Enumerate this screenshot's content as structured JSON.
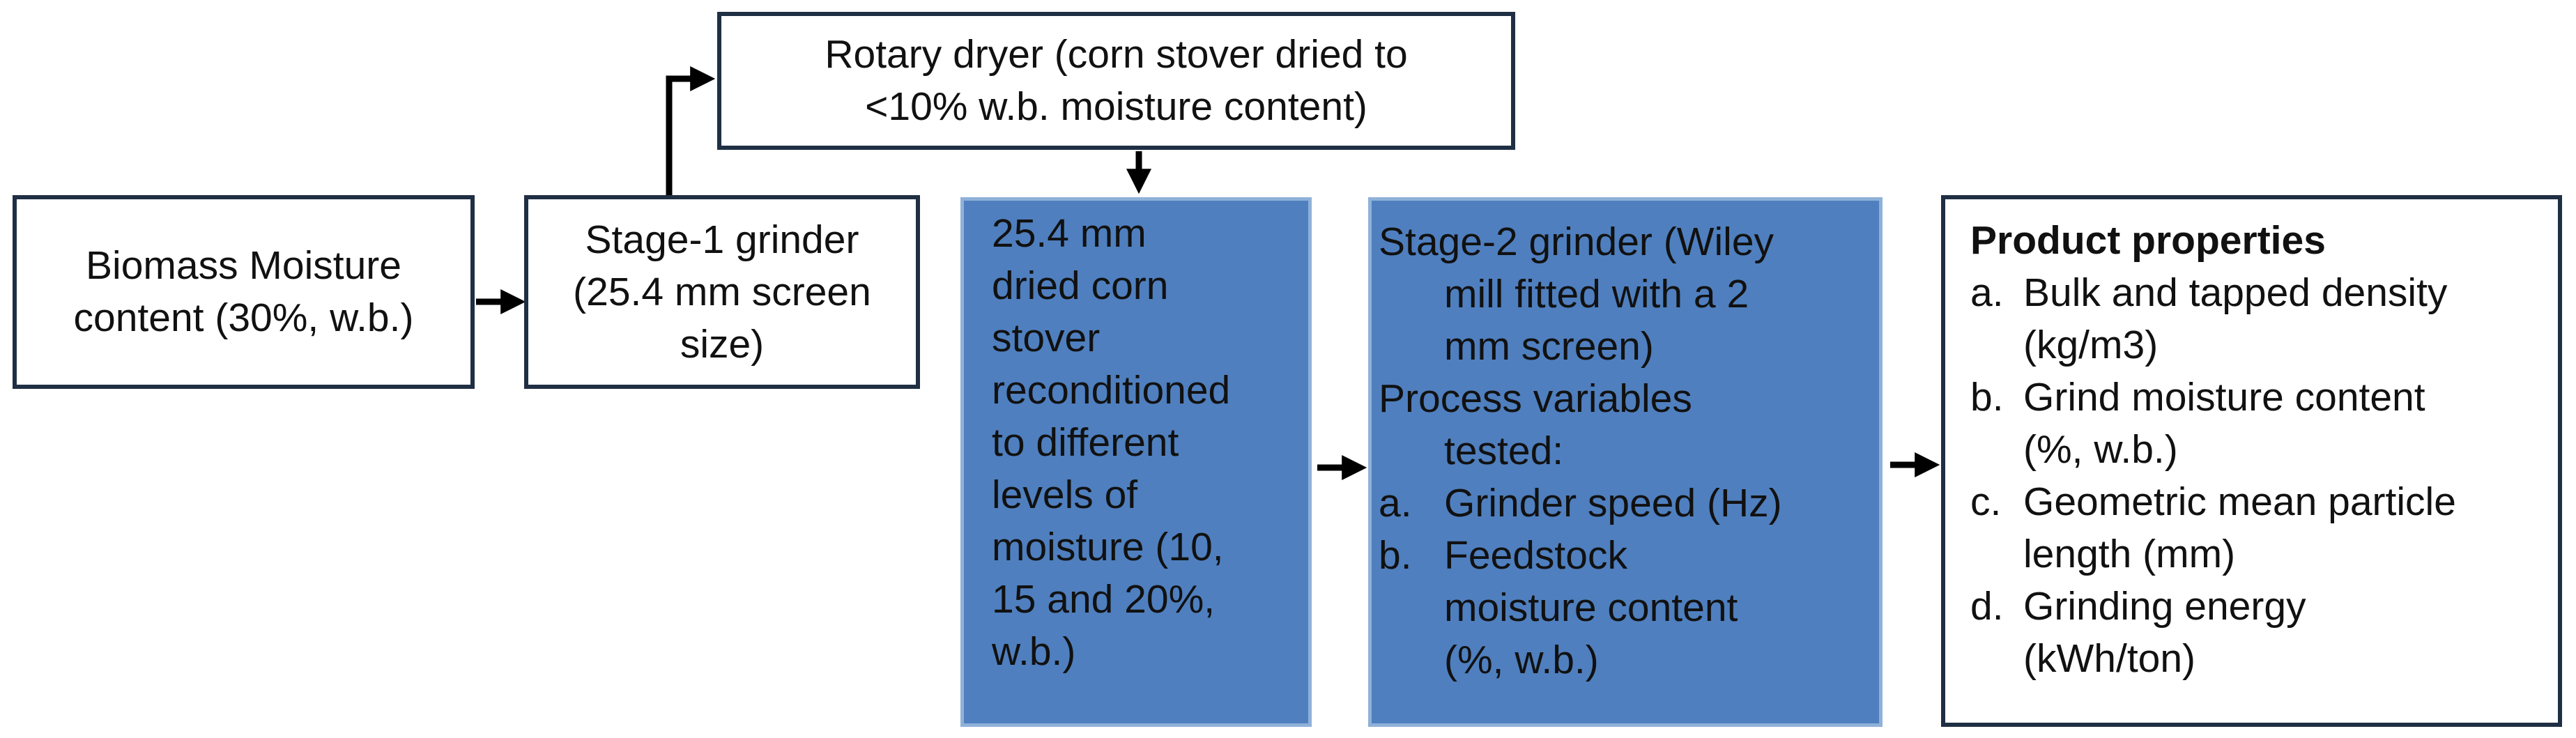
{
  "boxes": {
    "biomass": {
      "lines": [
        "Biomass Moisture",
        "content (30%, w.b.)"
      ]
    },
    "stage1": {
      "lines": [
        "Stage-1 grinder",
        "(25.4 mm screen",
        "size)"
      ]
    },
    "dryer": {
      "lines": [
        "Rotary dryer (corn stover dried to",
        "<10% w.b. moisture content)"
      ]
    },
    "recondition": {
      "lines": [
        "25.4 mm",
        "dried corn",
        "stover",
        "reconditioned",
        "to different",
        "levels of",
        "moisture (10,",
        "15 and 20%,",
        "w.b.)"
      ]
    },
    "stage2": {
      "title_lines": [
        "Stage-2 grinder (Wiley",
        "mill fitted with a 2",
        "mm screen)"
      ],
      "pv_lines": [
        "Process variables",
        "tested:"
      ],
      "items": [
        {
          "marker": "a.",
          "lines": [
            "Grinder speed (Hz)"
          ]
        },
        {
          "marker": "b.",
          "lines": [
            "Feedstock",
            "moisture content",
            "(%, w.b.)"
          ]
        }
      ]
    },
    "product": {
      "heading": "Product properties",
      "items": [
        {
          "marker": "a.",
          "lines": [
            "Bulk and tapped density",
            "(kg/m3)"
          ]
        },
        {
          "marker": "b.",
          "lines": [
            "Grind moisture content",
            "(%, w.b.)"
          ]
        },
        {
          "marker": "c.",
          "lines": [
            "Geometric mean particle",
            "length (mm)"
          ]
        },
        {
          "marker": "d.",
          "lines": [
            "Grinding energy",
            "(kWh/ton)"
          ]
        }
      ]
    }
  },
  "colors": {
    "box_border": "#1f2f44",
    "blue_fill": "#4f7fbe",
    "blue_border": "#8fb1d9",
    "arrow": "#000000"
  }
}
